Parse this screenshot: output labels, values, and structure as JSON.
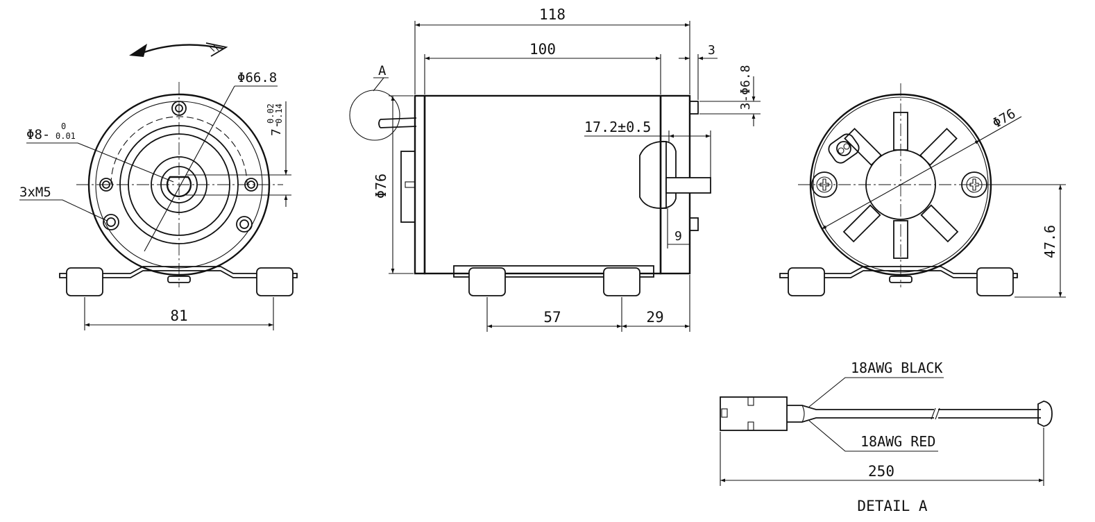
{
  "drawing": {
    "front_view": {
      "rotation_arrow": "rotation-arrow-icon",
      "labels": {
        "flange_dia": "Φ66.8",
        "shaft_dia": "Φ8-",
        "shaft_tol_upper": "0",
        "shaft_tol_lower": "0.01",
        "flat": "7-",
        "flat_tol_upper": "0.02",
        "flat_tol_lower": "0.14",
        "threads": "3xM5",
        "foot_span": "81"
      }
    },
    "side_view": {
      "labels": {
        "detail_callout": "A",
        "overall_length": "118",
        "body_length": "100",
        "pin_offset": "3",
        "pin_holes": "3-Φ6.8",
        "boss_size": "17.2±0.5",
        "body_dia": "Φ76",
        "step_9": "9",
        "foot_spacing": "57",
        "foot_to_end": "29"
      }
    },
    "rear_view": {
      "labels": {
        "rear_dia": "Φ76",
        "center_height": "47.6"
      }
    },
    "detail_a": {
      "labels": {
        "black_wire": "18AWG BLACK",
        "red_wire": "18AWG RED",
        "cable_length": "250",
        "title": "DETAIL A"
      }
    }
  }
}
